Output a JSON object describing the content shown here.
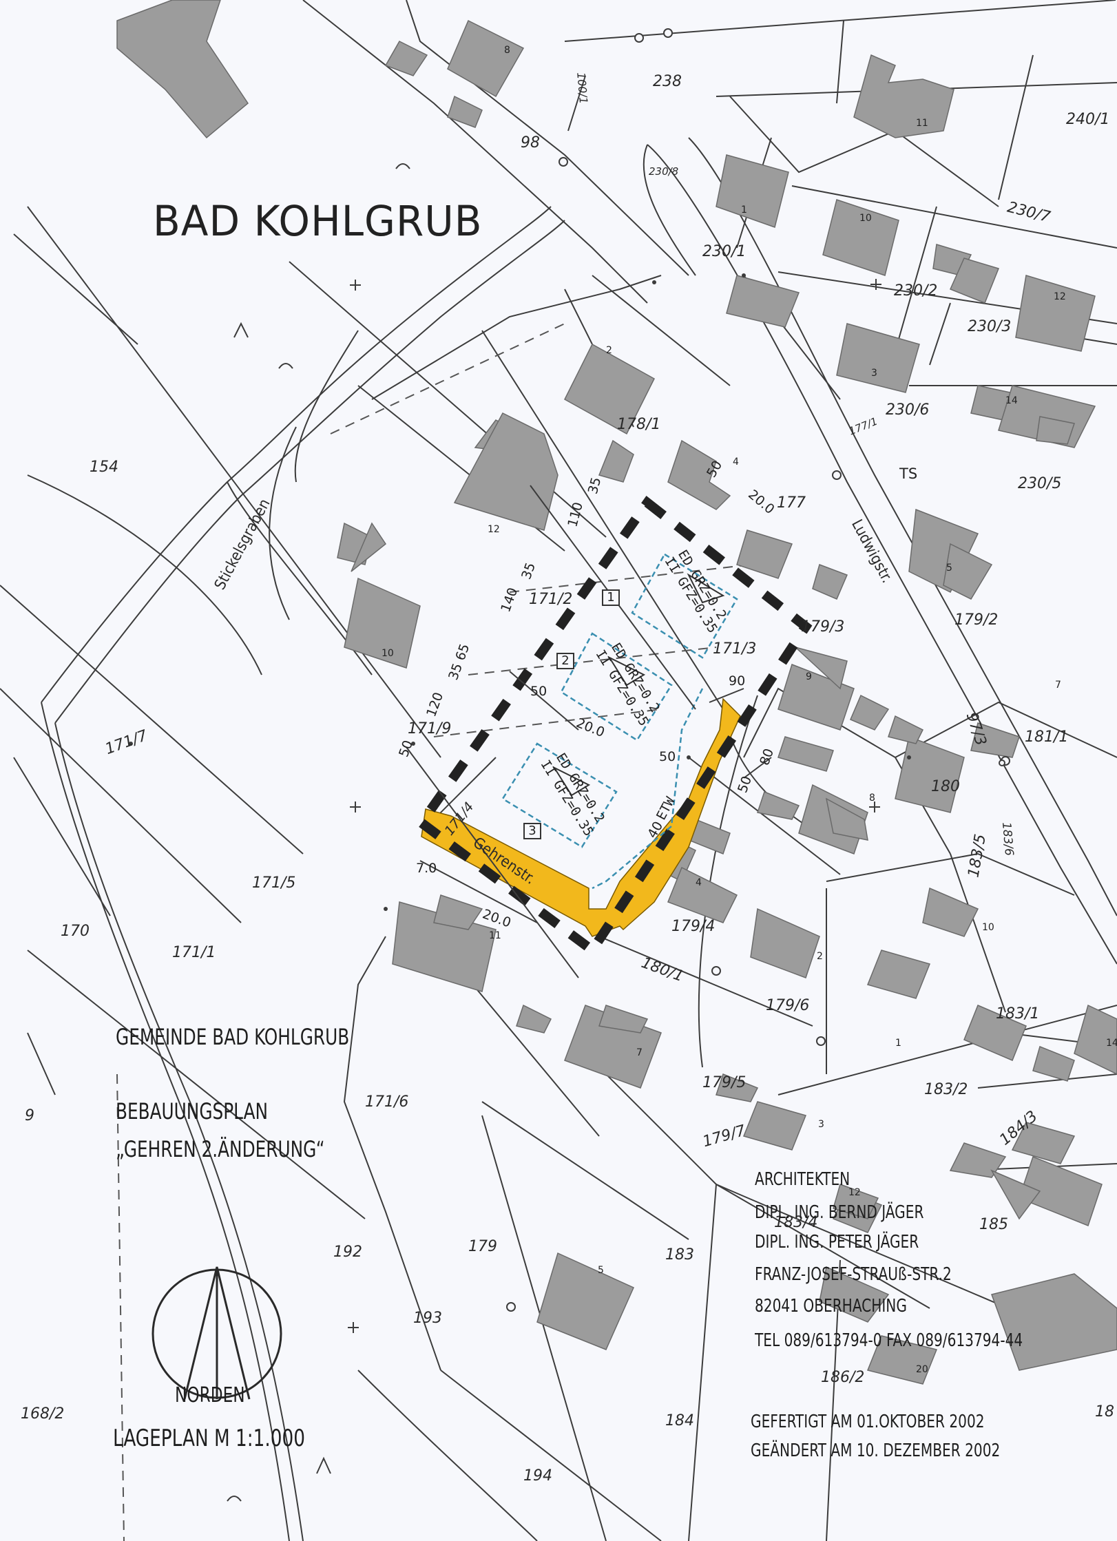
{
  "map": {
    "title": "BAD KOHLGRUB",
    "municipality": "GEMEINDE BAD KOHLGRUB",
    "plan_type": "BEBAUUNGSPLAN",
    "plan_name": "„GEHREN 2.ÄNDERUNG“",
    "north_label": "NORDEN",
    "scale": "LAGEPLAN M 1:1.000",
    "accent_color": "#f2b81c",
    "boundary_color": "#222222",
    "zone_color": "#3a8fb0",
    "building_color": "#9a9a9a",
    "icons": [
      "north-arrow-icon",
      "survey-cross-icon",
      "boundary-point-icon"
    ]
  },
  "architects": {
    "heading": "ARCHITEKTEN",
    "line1": "DIPL. ING. BERND JÄGER",
    "line2": "DIPL. ING. PETER JÄGER",
    "address": "FRANZ-JOSEF-STRAUß-STR.2",
    "city": "82041 OBERHACHING",
    "contact": "TEL 089/613794-0 FAX 089/613794-44"
  },
  "dates": {
    "created": "GEFERTIGT AM 01.OKTOBER 2002",
    "changed": "GEÄNDERT AM 10. DEZEMBER 2002"
  },
  "streets": {
    "gehren": "Gehrenstr.",
    "ludwig": "Ludwigstr.",
    "stickel": "Stickelsgraben"
  },
  "zones": {
    "z1_line1": "ED GRZ=0.2",
    "z1_line2": "II GFZ=0.35",
    "z2_line1": "ED GRZ=0.2",
    "z2_line2": "II GFZ=0.35",
    "z3_line1": "ED GRZ=0.2",
    "z3_line2": "II GFZ=0.35",
    "etw": "ETW",
    "ts": "TS",
    "field1": "1",
    "field2": "2",
    "field3": "3"
  },
  "parcels": {
    "p238": "238",
    "p240_1": "240/1",
    "p98": "98",
    "p100_1": "100/1",
    "p230_8": "230/8",
    "p230_7": "230/7",
    "p230_1": "230/1",
    "p230_2": "230/2",
    "p230_3": "230/3",
    "p230_6": "230/6",
    "p230_5": "230/5",
    "p177_1": "177/1",
    "p178_1": "178/1",
    "p177": "177",
    "p154": "154",
    "p171_2": "171/2",
    "p171_3": "171/3",
    "p179_3": "179/3",
    "p179_2": "179/2",
    "p171_9": "171/9",
    "p171_7": "171/7",
    "p180": "180",
    "p181_1": "181/1",
    "p97_3": "97/3",
    "p183_6": "183/6",
    "p171_4": "171/4",
    "p171_5": "171/5",
    "p183_5": "183/5",
    "p179_4": "179/4",
    "p170": "170",
    "p171_1": "171/1",
    "p180_1": "180/1",
    "p179_6": "179/6",
    "p183_1": "183/1",
    "p171_6": "171/6",
    "p179_5": "179/5",
    "p183_2": "183/2",
    "p179_7": "179/7",
    "p184_3": "184/3",
    "p9": "9",
    "p183_4": "183/4",
    "p185": "185",
    "p192": "192",
    "p179": "179",
    "p183": "183",
    "p193": "193",
    "p186_2": "186/2",
    "p168_2": "168/2",
    "p184": "184",
    "p18x": "18",
    "p194": "194"
  },
  "dimensions": {
    "d35a": "35",
    "d110": "110",
    "d140": "140",
    "d35b": "35",
    "d35_65": "35 65",
    "d120": "120",
    "d50a": "50",
    "d50b": "50",
    "d50c": "50",
    "d20a": "20.0",
    "d20b": "20.0",
    "d20c": "20.0",
    "d90": "90",
    "d50d": "50",
    "d80": "80",
    "d50e": "50",
    "d40": "40",
    "d70": "7.0",
    "d50f": "50"
  },
  "house_numbers": {
    "h8": "8",
    "h11": "11",
    "h1": "1",
    "h10a": "10",
    "h12a": "12",
    "h2": "2",
    "h3": "3",
    "h14": "14",
    "h4a": "4",
    "h12b": "12",
    "h10b": "10",
    "h5": "5",
    "h7": "7",
    "h9": "9",
    "h8b": "8",
    "h4b": "4",
    "h2b": "2",
    "h10c": "10",
    "h1b": "1",
    "h11b": "11",
    "h7b": "7",
    "h3b": "3",
    "h12c": "12",
    "h5b": "5",
    "h20": "20",
    "h14b": "14"
  }
}
